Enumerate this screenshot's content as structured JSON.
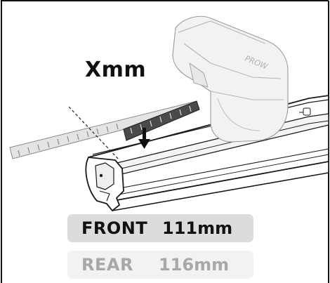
{
  "measure_label": "Xmm",
  "front": {
    "label": "FRONT",
    "value": "111mm"
  },
  "rear": {
    "label": "REAR",
    "value": "116mm"
  },
  "logo_text": "PROW",
  "colors": {
    "ink": "#111111",
    "front_badge": "#dcdcdc",
    "rear_badge": "#f2f2f2",
    "rear_text": "#a8a8a8",
    "tape_light": "#c8c8c8",
    "tape_dark": "#3a3a3a"
  }
}
